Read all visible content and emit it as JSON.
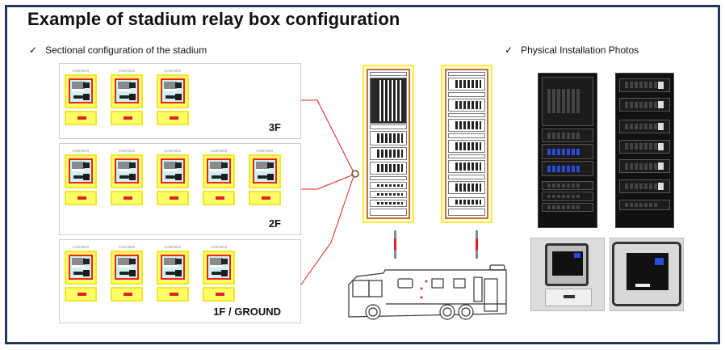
{
  "slide": {
    "title": "Example of stadium relay box configuration",
    "left_heading": "Sectional configuration of the stadium",
    "right_heading": "Physical Installation Photos",
    "check_icon": "✓"
  },
  "floors": [
    {
      "label": "3F",
      "cam_boxes": [
        "CAM BOX",
        "CAM BOX",
        "CAM BOX"
      ]
    },
    {
      "label": "2F",
      "cam_boxes": [
        "CAM BOX",
        "CAM BOX",
        "CAM BOX",
        "CAM BOX",
        "CAM BOX"
      ]
    },
    {
      "label": "1F / GROUND",
      "cam_boxes": [
        "CAM BOX",
        "CAM BOX",
        "CAM BOX",
        "CAM BOX"
      ]
    }
  ],
  "diagram": {
    "racks": [
      "relay-rack-left",
      "relay-rack-right"
    ],
    "vehicle": "OB van",
    "connector_color": "#e02020",
    "frame_color": "#1f3a5c"
  },
  "photos": [
    {
      "name": "rack-photo-left"
    },
    {
      "name": "rack-photo-right"
    },
    {
      "name": "cam-box-photo-open"
    },
    {
      "name": "cam-box-photo-front"
    }
  ]
}
